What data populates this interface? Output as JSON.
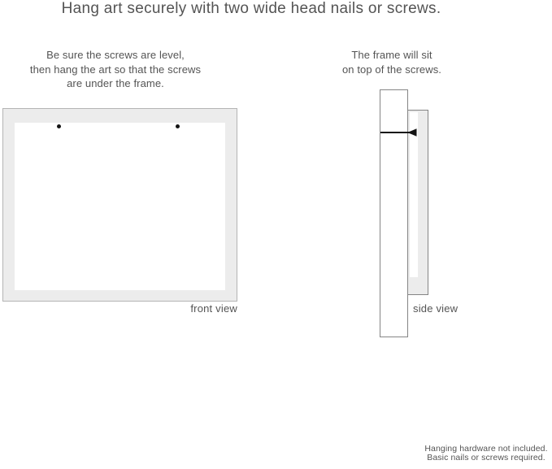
{
  "title": "Hang art securely with two wide head nails or screws.",
  "front_view": {
    "instructions": [
      "Be sure the screws are level,",
      "then hang the art so that the screws",
      "are under the frame."
    ],
    "caption": "front view"
  },
  "side_view": {
    "instructions": [
      "The frame will sit",
      "on top of the screws."
    ],
    "caption": "side view"
  },
  "footnote": {
    "line1": "Hanging hardware not included.",
    "line2": "Basic nails or screws required."
  },
  "colors": {
    "text": "#545454",
    "frame_fill": "#ececec",
    "frame_border": "#b4b4b4",
    "outline": "#858585",
    "nail": "#141414",
    "background": "#ffffff"
  }
}
